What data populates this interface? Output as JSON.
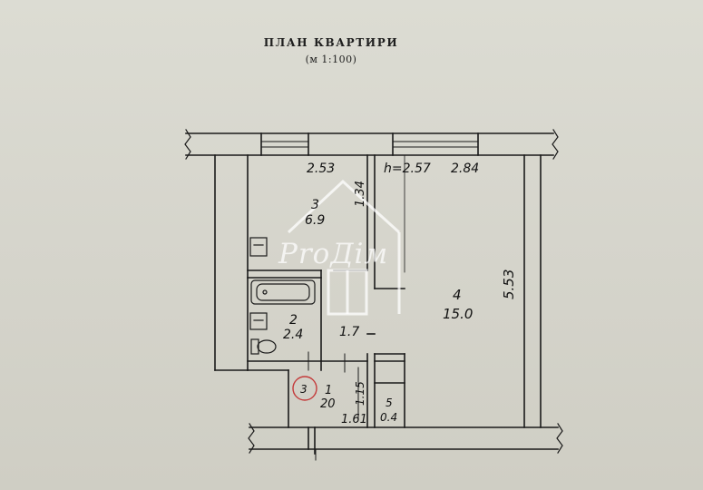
{
  "header": {
    "title": "ПЛАН КВАРТИРИ",
    "scale": "(м 1:100)"
  },
  "plan": {
    "height_label": "h=2.57",
    "rooms": [
      {
        "number": "1",
        "area": "20"
      },
      {
        "number": "2",
        "area": "2.4"
      },
      {
        "number": "3",
        "area": "6.9"
      },
      {
        "number": "4",
        "area": "15.0"
      },
      {
        "number": "5",
        "area": "0.4"
      }
    ],
    "dimensions": {
      "kitchen_width": "2.53",
      "kitchen_depth": "1.34",
      "room_width": "2.84",
      "room_length": "5.53",
      "corridor_width": "1.7",
      "hall_width": "1.61",
      "hall_depth": "1.15"
    },
    "marker": "3"
  },
  "watermark": {
    "brand": "ProДiм"
  }
}
